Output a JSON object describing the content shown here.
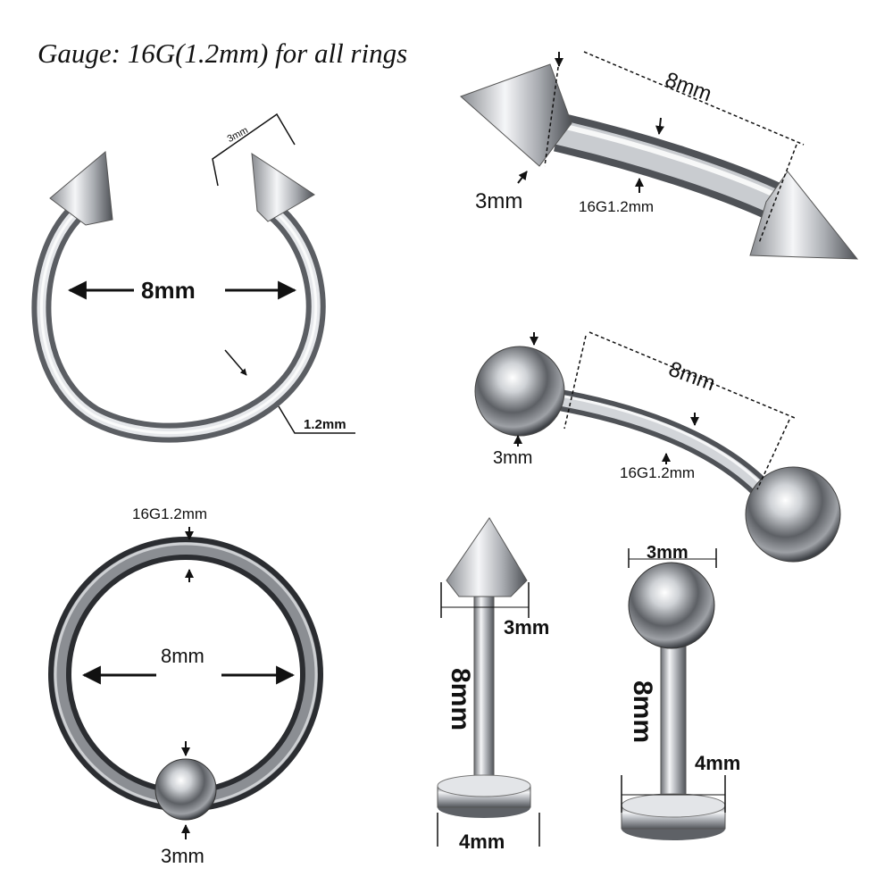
{
  "title": "Gauge: 16G(1.2mm) for all rings",
  "horseshoe": {
    "diameter": "8mm",
    "spike": "3mm",
    "thickness": "1.2mm"
  },
  "curved_spike_barbell": {
    "length": "8mm",
    "spike": "3mm",
    "gauge": "16G1.2mm"
  },
  "curved_ball_barbell": {
    "length": "8mm",
    "ball": "3mm",
    "gauge": "16G1.2mm"
  },
  "captive_ring": {
    "gauge": "16G1.2mm",
    "diameter": "8mm",
    "ball": "3mm"
  },
  "spike_labret": {
    "spike": "3mm",
    "length": "8mm",
    "disc": "4mm"
  },
  "ball_labret": {
    "ball": "3mm",
    "length": "8mm",
    "disc": "4mm"
  }
}
